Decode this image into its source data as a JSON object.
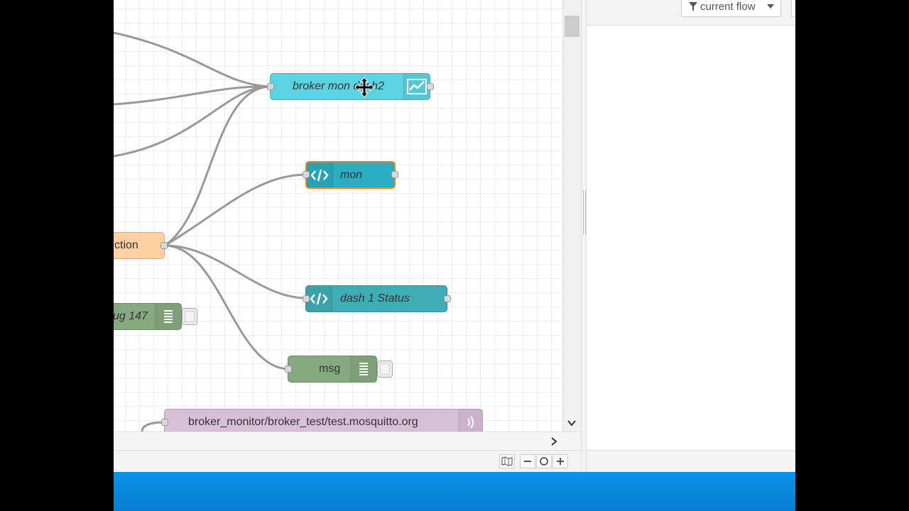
{
  "nodes": {
    "chart": {
      "label": "broker mon dash2",
      "icon": "chart-icon",
      "color": "#5bd3e0"
    },
    "mon": {
      "label": "mon",
      "icon": "code-icon",
      "color": "#2aaec3"
    },
    "function": {
      "label": "ction",
      "color": "#fdd0a2"
    },
    "status": {
      "label": "dash 1 Status",
      "icon": "code-icon",
      "color": "#3fadb5"
    },
    "debug147": {
      "label": "ug 147",
      "icon": "list-icon",
      "color": "#87a980"
    },
    "msg": {
      "label": "msg",
      "icon": "list-icon",
      "color": "#87a980"
    },
    "mqtt": {
      "label": "broker_monitor/broker_test/test.mosquitto.org",
      "icon": "mqtt-icon",
      "color": "#d8bfd8"
    }
  },
  "sidebar": {
    "filter_label": "current flow"
  },
  "icons": {
    "filter": "filter-icon",
    "dropdown": "caret-down-icon",
    "map": "map-icon",
    "zoom_out": "minus-icon",
    "zoom_reset": "circle-icon",
    "zoom_in": "plus-icon",
    "move_cursor": "move-cursor-icon"
  },
  "colors": {
    "taskbar": "#0a8fe6",
    "wire": "#999999",
    "selected_border": "#ff7f0e"
  }
}
